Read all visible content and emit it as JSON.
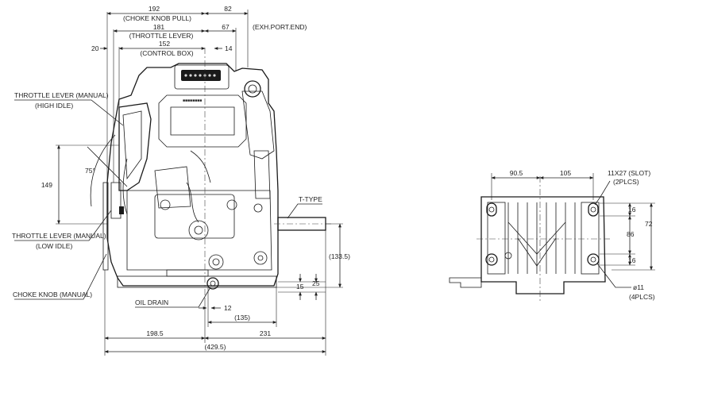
{
  "front_view": {
    "dims": {
      "choke_pull_value": "192",
      "choke_pull_caption": "(CHOKE KNOB PULL)",
      "exh_value": "82",
      "throttle_value": "181",
      "throttle_caption": "(THROTTLE LEVER)",
      "exh_port_value": "67",
      "exh_port_caption": "(EXH.PORT.END)",
      "control_box_value": "152",
      "control_box_caption": "(CONTROL BOX)",
      "left_offset": "20",
      "right_offset": "14",
      "lever_height": "149",
      "lever_angle": "75°",
      "shaft_height": "(133.5)",
      "shaft_15": "15",
      "shaft_25": "25",
      "drain_12": "12",
      "drain_135": "(135)",
      "left_width": "198.5",
      "right_width": "231",
      "total_width": "(429.5)"
    },
    "labels": {
      "throttle_high_1": "THROTTLE LEVER (MANUAL)",
      "throttle_high_2": "(HIGH IDLE)",
      "throttle_low_1": "THROTTLE LEVER (MANUAL)",
      "throttle_low_2": "(LOW IDLE)",
      "choke_knob": "CHOKE KNOB (MANUAL)",
      "oil_drain": "OIL DRAIN",
      "t_type": "T-TYPE"
    }
  },
  "base_view": {
    "dims": {
      "width_left": "90.5",
      "width_right": "105",
      "slot": "11X27 (SLOT)",
      "slot_count": "(2PLCS)",
      "top_16": "16",
      "mid_86": "86",
      "bottom_16": "16",
      "overall_72": "72",
      "hole": "ø11",
      "hole_count": "(4PLCS)"
    }
  }
}
